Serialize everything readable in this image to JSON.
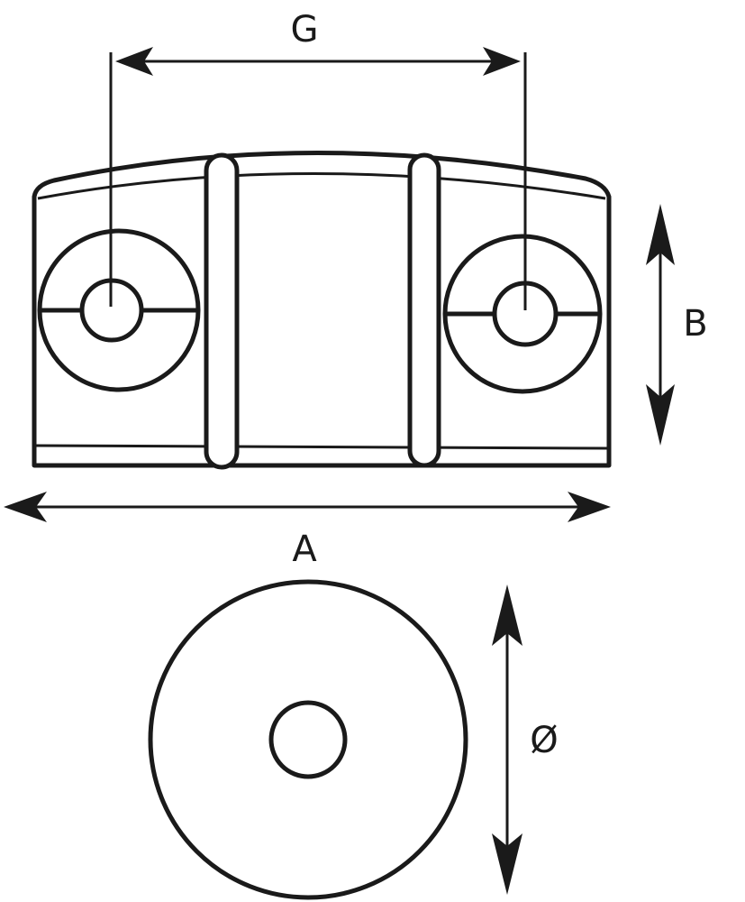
{
  "diagram": {
    "labels": {
      "G": "G",
      "A": "A",
      "B": "B",
      "diameter": "Ø"
    },
    "colors": {
      "line": "#1a1a1a",
      "background": "#ffffff"
    }
  }
}
